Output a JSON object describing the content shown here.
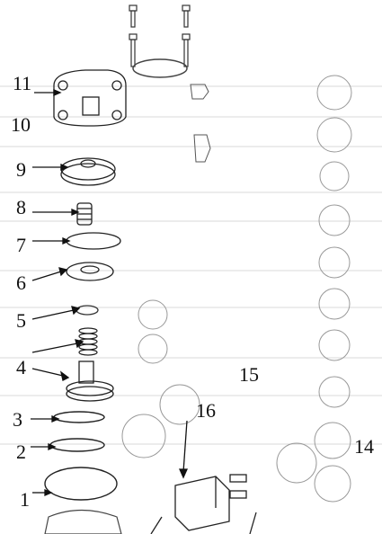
{
  "diagram": {
    "callouts": [
      "1",
      "2",
      "3",
      "4",
      "5",
      "6",
      "7",
      "8",
      "9",
      "10",
      "11",
      "14",
      "15",
      "16"
    ]
  }
}
